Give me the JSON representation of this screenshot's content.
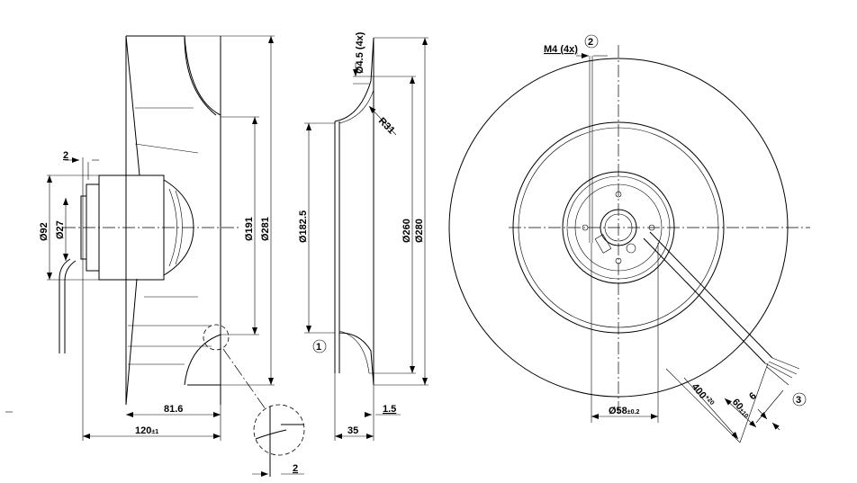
{
  "side_view": {
    "dim_flange": "2",
    "dim_d92": "Ø92",
    "dim_d27": "Ø27",
    "dim_d191": "Ø191",
    "dim_d281": "Ø281",
    "dim_81_6": "81.6",
    "dim_120": "120",
    "dim_120_tol": "±1",
    "detail_dim": "2"
  },
  "section_view": {
    "dim_hole": "Ø4.5 (4x)",
    "dim_radius": "R31",
    "dim_d182_5": "Ø182.5",
    "dim_d260": "Ø260",
    "dim_d280": "Ø280",
    "dim_35": "35",
    "dim_1_5": "1.5",
    "callout_1": "1"
  },
  "front_view": {
    "thread_label": "M4 (4x)",
    "callout_2": "2",
    "callout_3": "3",
    "dim_d58": "Ø58",
    "dim_d58_tol": "±0.2",
    "dim_400": "400",
    "dim_400_tol": "+20",
    "dim_60": "60",
    "dim_60_tol": "±10",
    "dim_6": "6"
  }
}
